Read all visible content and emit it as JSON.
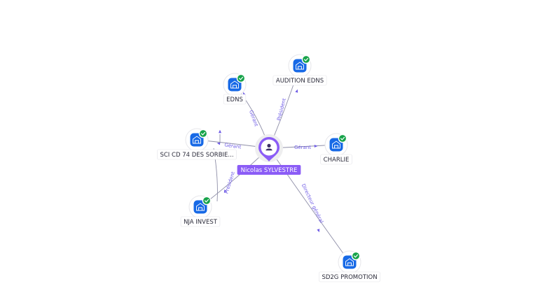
{
  "center": {
    "id": "center",
    "label": "Nicolas SYLVESTRE",
    "icon": "person-icon",
    "accent": "#8b5cf6"
  },
  "companies": [
    {
      "id": "edns",
      "label": "EDNS",
      "icon": "building-icon",
      "verified": true
    },
    {
      "id": "audition",
      "label": "AUDITION EDNS",
      "icon": "building-icon",
      "verified": true
    },
    {
      "id": "charlie",
      "label": "CHARLIE",
      "icon": "building-icon",
      "verified": true
    },
    {
      "id": "sci",
      "label": "SCI CD 74 DES SORBIE...",
      "icon": "building-icon",
      "verified": true
    },
    {
      "id": "nja",
      "label": "NJA INVEST",
      "icon": "building-icon",
      "verified": true
    },
    {
      "id": "sd2g",
      "label": "SD2G PROMOTION",
      "icon": "building-icon",
      "verified": true
    }
  ],
  "edges": [
    {
      "from": "center",
      "to": "edns",
      "label": "Gérant"
    },
    {
      "from": "center",
      "to": "audition",
      "label": "Président"
    },
    {
      "from": "center",
      "to": "charlie",
      "label": "Gérant"
    },
    {
      "from": "center",
      "to": "sci",
      "label": "Gérant"
    },
    {
      "from": "center",
      "to": "nja",
      "label": "Président"
    },
    {
      "from": "center",
      "to": "sd2g",
      "label": "Directeur général"
    },
    {
      "from": "nja",
      "to": "sci",
      "label": ""
    }
  ],
  "colors": {
    "edge": "#8f8fa8",
    "edge_label": "#6f5ce6",
    "company_tile": "#1769e6",
    "verified_badge": "#17a34a"
  }
}
